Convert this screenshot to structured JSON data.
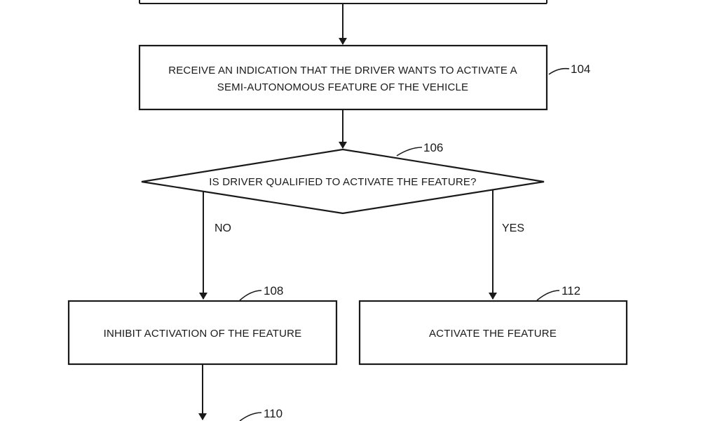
{
  "steps": {
    "step_104": {
      "ref": "104",
      "line1": "RECEIVE AN INDICATION THAT THE DRIVER WANTS TO ACTIVATE A",
      "line2": "SEMI-AUTONOMOUS FEATURE OF THE VEHICLE"
    },
    "decision_106": {
      "ref": "106",
      "text": "IS DRIVER QUALIFIED TO ACTIVATE THE FEATURE?",
      "no_label": "NO",
      "yes_label": "YES"
    },
    "step_108": {
      "ref": "108",
      "text": "INHIBIT ACTIVATION OF THE FEATURE"
    },
    "step_112": {
      "ref": "112",
      "text": "ACTIVATE THE FEATURE"
    },
    "step_110": {
      "ref": "110"
    }
  }
}
